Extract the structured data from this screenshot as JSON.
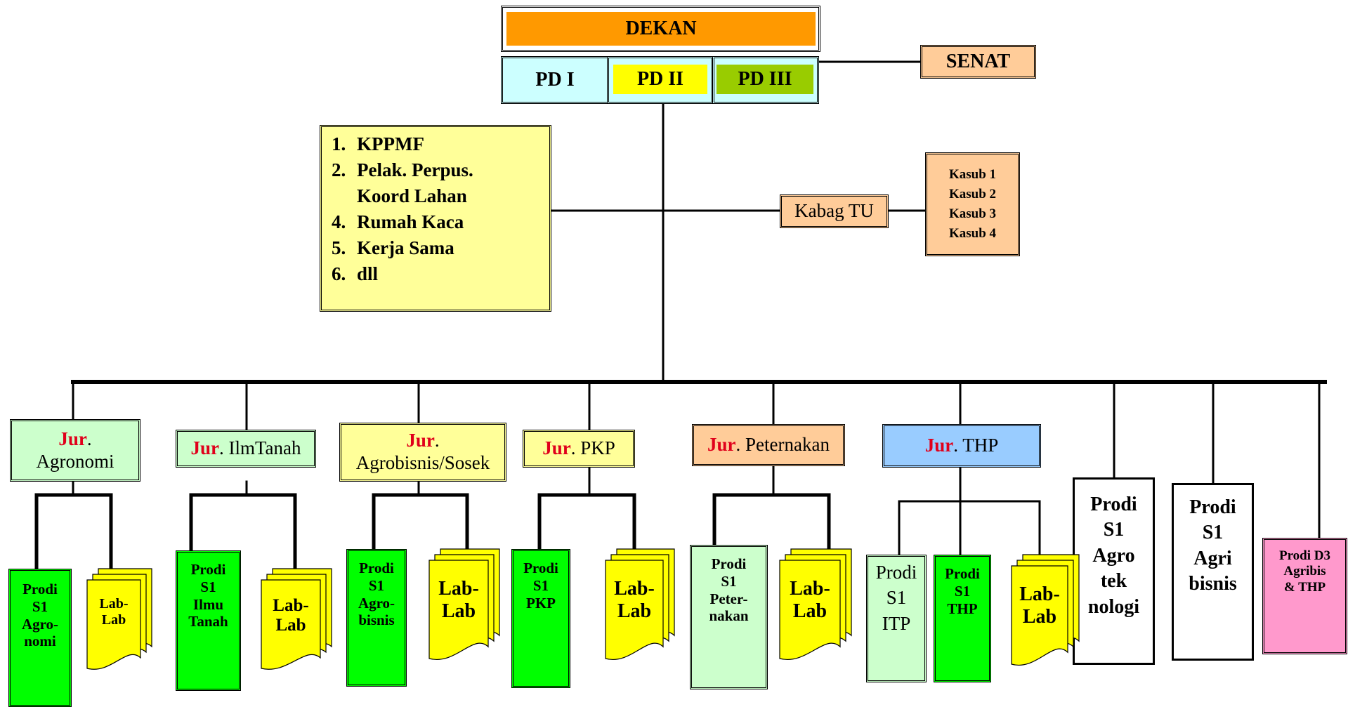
{
  "top": {
    "dekan": "DEKAN",
    "pd1": "PD I",
    "pd2": "PD II",
    "pd3": "PD III",
    "senat": "SENAT"
  },
  "units": {
    "items": [
      {
        "num": "1.",
        "label": "KPPMF"
      },
      {
        "num": "2.",
        "label": "Pelak. Perpus."
      },
      {
        "num": "",
        "label": "Koord Lahan"
      },
      {
        "num": "4.",
        "label": "Rumah Kaca"
      },
      {
        "num": "5.",
        "label": "Kerja Sama"
      },
      {
        "num": "6.",
        "label": "dll"
      }
    ]
  },
  "admin": {
    "kabag": "Kabag TU",
    "kasub": [
      "Kasub 1",
      "Kasub 2",
      "Kasub 3",
      "Kasub 4"
    ]
  },
  "departments": {
    "prefix": "Jur",
    "agronomi": {
      "dot": ".",
      "name": "Agronomi"
    },
    "ilmtanah": {
      "dot": ".",
      "name": "IlmTanah"
    },
    "agrobisnis": {
      "dot": ".",
      "name": "Agrobisnis/Sosek"
    },
    "pkp": {
      "dot": ".",
      "name": "PKP"
    },
    "peternakan": {
      "dot": ".",
      "name": "Peternakan"
    },
    "thp": {
      "dot": ".",
      "name": "THP"
    }
  },
  "programs": {
    "agronomi": [
      "Prodi",
      "S1",
      "Agro-",
      "nomi"
    ],
    "ilmu_tanah": [
      "Prodi",
      "S1",
      "Ilmu",
      "Tanah"
    ],
    "agrobisnis": [
      "Prodi",
      "S1",
      "Agro-",
      "bisnis"
    ],
    "pkp": [
      "Prodi",
      "S1",
      "PKP"
    ],
    "peternakan": [
      "Prodi",
      "S1",
      "Peter-",
      "nakan"
    ],
    "itp": [
      "Prodi",
      "S1",
      "ITP"
    ],
    "thp": [
      "Prodi",
      "S1",
      "THP"
    ],
    "agroteknologi": [
      "Prodi",
      "S1",
      "Agro",
      "tek",
      "nologi"
    ],
    "agribisnis": [
      "Prodi",
      "S1",
      "Agri",
      "bisnis"
    ],
    "d3": [
      "Prodi D3",
      "Agribis",
      "& THP"
    ]
  },
  "labs": {
    "lab1": [
      "Lab-",
      "Lab"
    ],
    "lab2": [
      "Lab-",
      "Lab"
    ],
    "lab3": [
      "Lab-",
      "Lab"
    ],
    "lab4": [
      "Lab-",
      "Lab"
    ],
    "lab5": [
      "Lab-",
      "Lab"
    ],
    "lab6": [
      "Lab-",
      "Lab"
    ]
  },
  "colors": {
    "dekan": "#ff9900",
    "pd_cell": "#ccffff",
    "pd2": "#ffff00",
    "pd3": "#99cc00",
    "senat": "#ffcc99",
    "units": "#ffff99",
    "kabag": "#ffcc99",
    "kasub": "#ffcc99",
    "jur_green": "#ccffcc",
    "jur_yellow": "#ffff99",
    "jur_orange": "#ffcc99",
    "jur_blue": "#99ccff",
    "prodi_green": "#00ff00",
    "prodi_light": "#ccffcc",
    "prodi_white": "#ffffff",
    "prodi_pink": "#ff99cc",
    "lab": "#ffff00",
    "jur_prefix": "#e0001b"
  }
}
